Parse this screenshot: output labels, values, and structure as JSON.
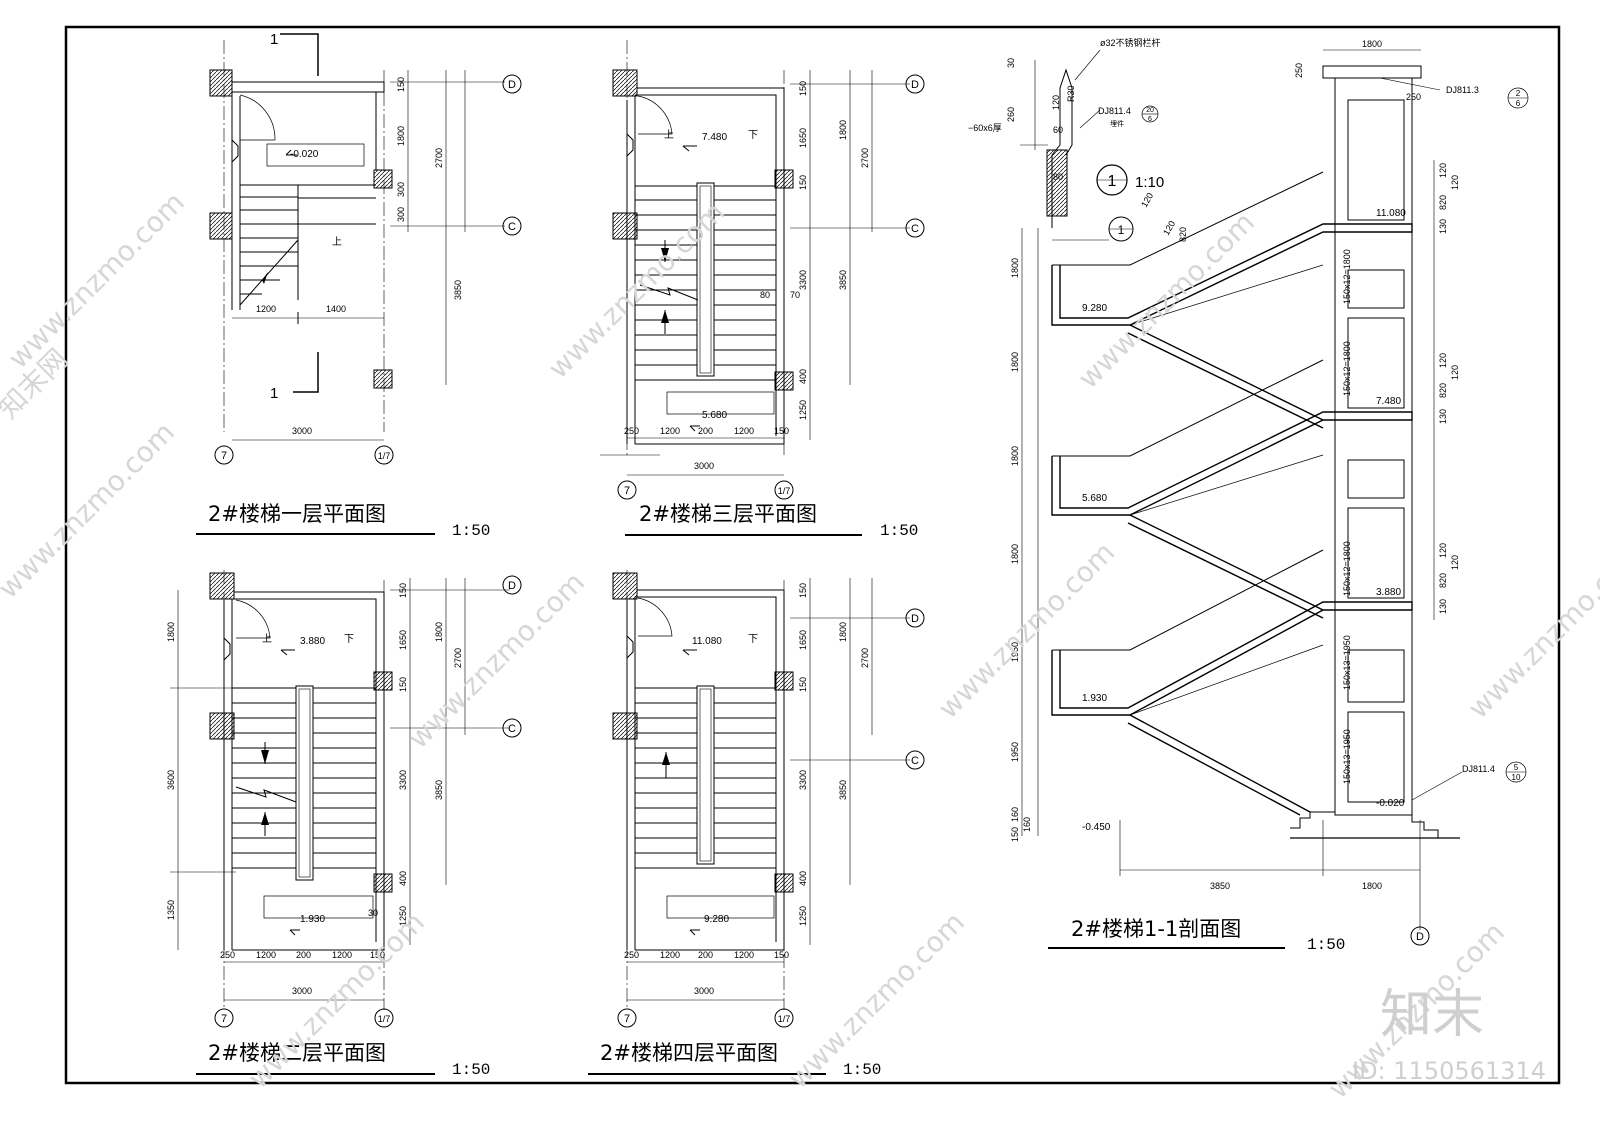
{
  "drawings": {
    "plan1": {
      "title": "2#楼梯一层平面图",
      "scale": "1:50",
      "level": "-0.020",
      "up": "上",
      "section_mark": "1",
      "dims": {
        "w_1200": "1200",
        "w_1400": "1400",
        "total": "3000",
        "v150": "150",
        "v1800": "1800",
        "v300a": "300",
        "v300b": "300",
        "v2700": "2700",
        "v3850": "3850"
      },
      "axes": {
        "d": "D",
        "c": "C",
        "left": "7",
        "right": "1/7"
      }
    },
    "plan3": {
      "title": "2#楼梯三层平面图",
      "scale": "1:50",
      "level_top": "7.480",
      "level_bottom": "5.680",
      "up": "上",
      "down": "下",
      "dims": {
        "b250": "250",
        "b1200a": "1200",
        "b200": "200",
        "b1200b": "1200",
        "b150": "150",
        "total": "3000",
        "v150": "150",
        "v1650": "1650",
        "v150b": "150",
        "v3300": "3300",
        "v400": "400",
        "v1250": "1250",
        "v1800": "1800",
        "v2700": "2700",
        "v3850": "3850",
        "w80": "80",
        "w70": "70"
      },
      "axes": {
        "d": "D",
        "c": "C",
        "left": "7",
        "right": "1/7"
      }
    },
    "plan2": {
      "title": "2#楼梯二层平面图",
      "scale": "1:50",
      "level_top": "3.880",
      "level_bottom": "1.930",
      "up": "上",
      "down": "下",
      "dims": {
        "b250": "250",
        "b1200a": "1200",
        "b200": "200",
        "b1200b": "1200",
        "b150": "150",
        "total": "3000",
        "v150": "150",
        "v1650": "1650",
        "v150b": "150",
        "v3300": "3300",
        "v400": "400",
        "v1250": "1250",
        "v1800": "1800",
        "v2700": "2700",
        "v3850": "3850",
        "l1800": "1800",
        "l3600": "3600",
        "l1350": "1350",
        "w30": "30"
      },
      "axes": {
        "d": "D",
        "c": "C",
        "left": "7",
        "right": "1/7"
      }
    },
    "plan4": {
      "title": "2#楼梯四层平面图",
      "scale": "1:50",
      "level_top": "11.080",
      "level_bottom": "9.280",
      "down": "下",
      "dims": {
        "b250": "250",
        "b1200a": "1200",
        "b200": "200",
        "b1200b": "1200",
        "b150": "150",
        "total": "3000",
        "v150": "150",
        "v1650": "1650",
        "v150b": "150",
        "v3300": "3300",
        "v400": "400",
        "v1250": "1250",
        "v1800": "1800",
        "v2700": "2700",
        "v3850": "3850"
      },
      "axes": {
        "d": "D",
        "c": "C",
        "left": "7",
        "right": "1/7"
      }
    },
    "section": {
      "title": "2#楼梯1-1剖面图",
      "scale": "1:50",
      "levels": [
        "11.080",
        "9.280",
        "7.480",
        "5.680",
        "3.880",
        "1.930",
        "-0.020",
        "-0.450"
      ],
      "left_dims": [
        "1800",
        "1800",
        "1800",
        "1800",
        "1950",
        "1950",
        "160",
        "160",
        "150"
      ],
      "right_dims": [
        "150x12=1800",
        "150x12=1800",
        "150x12=1800",
        "150x13=1950",
        "150x13=1950"
      ],
      "rail_dims": [
        "120",
        "120",
        "820",
        "120",
        "120",
        "820",
        "120",
        "120",
        "820",
        "120",
        "120",
        "820",
        "130",
        "130",
        "130"
      ],
      "bottom": {
        "a": "3850",
        "b": "1800"
      },
      "top_width": "1800",
      "top_h": "250",
      "top_h2": "250",
      "refs": {
        "dj811_3": "DJ811.3",
        "dj811_3_num": "2",
        "dj811_3_den": "6",
        "dj811_4": "DJ811.4",
        "dj811_4_num": "5",
        "dj811_4_den": "10"
      },
      "axis": "D",
      "detail_marker": "1"
    },
    "detail": {
      "rail_note": "ø32不锈钢栏杆",
      "plate_note": "−60x6厚",
      "ref": "DJ811.4",
      "ref_num": "20",
      "ref_den": "6",
      "ref_sub": "埋件",
      "dims": [
        "30",
        "260",
        "120",
        "60",
        "80"
      ],
      "radius": "R30",
      "marker": "1",
      "scale": "1:10"
    }
  },
  "watermark": {
    "site": "www.znzmo.com",
    "cn": "知末网",
    "logo": "知末",
    "id": "ID: 1150561314"
  }
}
